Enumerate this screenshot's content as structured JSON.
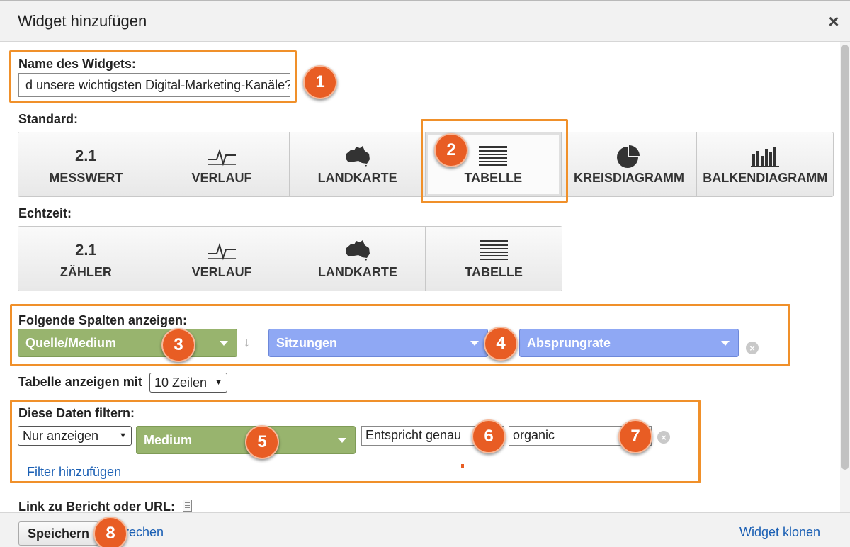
{
  "dialog": {
    "title": "Widget hinzufügen",
    "close_label": "×"
  },
  "name": {
    "label": "Name des Widgets:",
    "value": "d unsere wichtigsten Digital-Marketing-Kanäle?"
  },
  "standard": {
    "label": "Standard:",
    "buttons": [
      {
        "icon_text": "2.1",
        "label": "MESSWERT"
      },
      {
        "icon": "trend-line-icon",
        "label": "VERLAUF"
      },
      {
        "icon": "australia-map-icon",
        "label": "LANDKARTE"
      },
      {
        "icon": "table-lines-icon",
        "label": "TABELLE",
        "selected": true
      },
      {
        "icon": "pie-chart-icon",
        "label": "KREISDIAGRAMM"
      },
      {
        "icon": "bar-chart-icon",
        "label": "BALKENDIAGRAMM"
      }
    ]
  },
  "realtime": {
    "label": "Echtzeit:",
    "buttons": [
      {
        "icon_text": "2.1",
        "label": "ZÄHLER"
      },
      {
        "icon": "trend-line-icon",
        "label": "VERLAUF"
      },
      {
        "icon": "australia-map-icon",
        "label": "LANDKARTE"
      },
      {
        "icon": "table-lines-icon",
        "label": "TABELLE"
      }
    ]
  },
  "columns": {
    "label": "Folgende Spalten anzeigen:",
    "dimension": "Quelle/Medium",
    "metric1": "Sitzungen",
    "metric2": "Absprungrate"
  },
  "table_rows": {
    "label": "Tabelle anzeigen mit",
    "value": "10 Zeilen"
  },
  "filter": {
    "label": "Diese Daten filtern:",
    "mode": "Nur anzeigen",
    "dimension": "Medium",
    "match": "Entspricht genau",
    "value": "organic",
    "add_link": "Filter hinzufügen"
  },
  "link_label": "Link zu Bericht oder URL:",
  "footer": {
    "save": "Speichern",
    "cancel_fragment": "rechen",
    "clone": "Widget klonen"
  },
  "badges": [
    "1",
    "2",
    "3",
    "4",
    "5",
    "6",
    "7",
    "8"
  ],
  "colors": {
    "highlight": "#f0902a",
    "badge": "#e85d24",
    "dimension": "#98b46e",
    "metric": "#8fa8f4",
    "link": "#1a5fb4"
  }
}
